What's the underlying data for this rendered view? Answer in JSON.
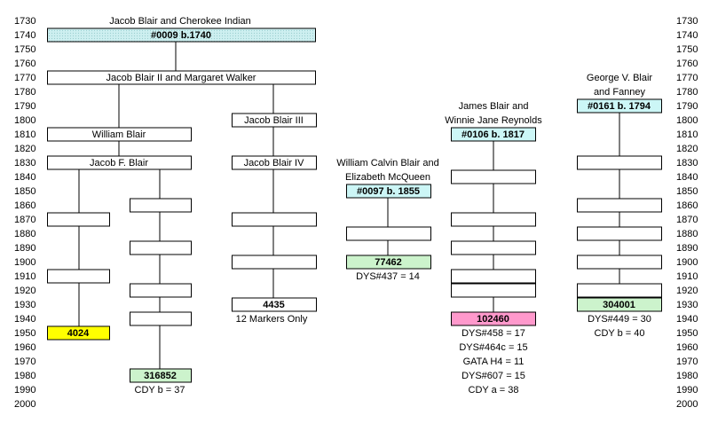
{
  "years": [
    "1730",
    "1740",
    "1750",
    "1760",
    "1770",
    "1780",
    "1790",
    "1800",
    "1810",
    "1820",
    "1830",
    "1840",
    "1850",
    "1860",
    "1870",
    "1880",
    "1890",
    "1900",
    "1910",
    "1920",
    "1930",
    "1940",
    "1950",
    "1960",
    "1970",
    "1980",
    "1990",
    "2000"
  ],
  "colors": {
    "hatched": "#cdeff0",
    "light_cyan": "#ccf6f6",
    "light_green": "#ccf3cc",
    "yellow": "#ffff00",
    "pink": "#ff99cc",
    "white": "#ffffff",
    "line": "#000000"
  },
  "boxes": [
    {
      "id": "b0009",
      "text": "#0009 b.1740",
      "fill": "hatched",
      "bold": true
    },
    {
      "id": "bjb2",
      "text": "Jacob Blair II and Margaret Walker",
      "fill": "white",
      "bold": false
    },
    {
      "id": "bwb",
      "text": "William Blair",
      "fill": "white",
      "bold": false
    },
    {
      "id": "bjfb",
      "text": "Jacob F. Blair",
      "fill": "white",
      "bold": false
    },
    {
      "id": "bjb3",
      "text": "Jacob Blair III",
      "fill": "white",
      "bold": false
    },
    {
      "id": "bjb4",
      "text": "Jacob Blair IV",
      "fill": "white",
      "bold": false
    },
    {
      "id": "ba1",
      "text": "",
      "fill": "white",
      "bold": false
    },
    {
      "id": "ba2",
      "text": "",
      "fill": "white",
      "bold": false
    },
    {
      "id": "b4024",
      "text": "4024",
      "fill": "yellow",
      "bold": true
    },
    {
      "id": "bb1",
      "text": "",
      "fill": "white",
      "bold": false
    },
    {
      "id": "bb2",
      "text": "",
      "fill": "white",
      "bold": false
    },
    {
      "id": "bb3",
      "text": "",
      "fill": "white",
      "bold": false
    },
    {
      "id": "bb4",
      "text": "",
      "fill": "white",
      "bold": false
    },
    {
      "id": "b316852",
      "text": "316852",
      "fill": "light_green",
      "bold": true
    },
    {
      "id": "bc1",
      "text": "",
      "fill": "white",
      "bold": false
    },
    {
      "id": "bc2",
      "text": "",
      "fill": "white",
      "bold": false
    },
    {
      "id": "b4435",
      "text": "4435",
      "fill": "white",
      "bold": true
    },
    {
      "id": "b0097",
      "text": "#0097 b. 1855",
      "fill": "light_cyan",
      "bold": true
    },
    {
      "id": "bd1",
      "text": "",
      "fill": "white",
      "bold": false
    },
    {
      "id": "b77462",
      "text": "77462",
      "fill": "light_green",
      "bold": true
    },
    {
      "id": "b0106",
      "text": "#0106 b. 1817",
      "fill": "light_cyan",
      "bold": true
    },
    {
      "id": "be1",
      "text": "",
      "fill": "white",
      "bold": false
    },
    {
      "id": "be2",
      "text": "",
      "fill": "white",
      "bold": false
    },
    {
      "id": "be3",
      "text": "",
      "fill": "white",
      "bold": false
    },
    {
      "id": "be4",
      "text": "",
      "fill": "white",
      "bold": false
    },
    {
      "id": "be5",
      "text": "",
      "fill": "white",
      "bold": false
    },
    {
      "id": "b102460",
      "text": "102460",
      "fill": "pink",
      "bold": true
    },
    {
      "id": "b0161",
      "text": "#0161 b. 1794",
      "fill": "light_cyan",
      "bold": true
    },
    {
      "id": "bf1",
      "text": "",
      "fill": "white",
      "bold": false
    },
    {
      "id": "bf2",
      "text": "",
      "fill": "white",
      "bold": false
    },
    {
      "id": "bf3",
      "text": "",
      "fill": "white",
      "bold": false
    },
    {
      "id": "bf4",
      "text": "",
      "fill": "white",
      "bold": false
    },
    {
      "id": "bf5",
      "text": "",
      "fill": "white",
      "bold": false
    },
    {
      "id": "b304001",
      "text": "304001",
      "fill": "light_green",
      "bold": true
    }
  ],
  "labels": [
    {
      "id": "lroot",
      "text": "Jacob Blair and Cherokee Indian"
    },
    {
      "id": "l12",
      "text": "12 Markers Only"
    },
    {
      "id": "lwcb1",
      "text": "William Calvin Blair and"
    },
    {
      "id": "lwcb2",
      "text": "Elizabeth McQueen"
    },
    {
      "id": "ldys437",
      "text": "DYS#437 = 14"
    },
    {
      "id": "ljb1",
      "text": "James Blair and"
    },
    {
      "id": "ljb2",
      "text": "Winnie Jane Reynolds"
    },
    {
      "id": "lr1",
      "text": "DYS#458 = 17"
    },
    {
      "id": "lr2",
      "text": "DYS#464c = 15"
    },
    {
      "id": "lr3",
      "text": "GATA H4 = 11"
    },
    {
      "id": "lr4",
      "text": "DYS#607 = 15"
    },
    {
      "id": "lr5",
      "text": "CDY a = 38"
    },
    {
      "id": "lgvb1",
      "text": "George V. Blair"
    },
    {
      "id": "lgvb2",
      "text": "and Fanney"
    },
    {
      "id": "ldys449",
      "text": "DYS#449 = 30"
    },
    {
      "id": "lcdyb40",
      "text": "CDY b = 40"
    },
    {
      "id": "lcdyb37",
      "text": "CDY b = 37"
    }
  ]
}
